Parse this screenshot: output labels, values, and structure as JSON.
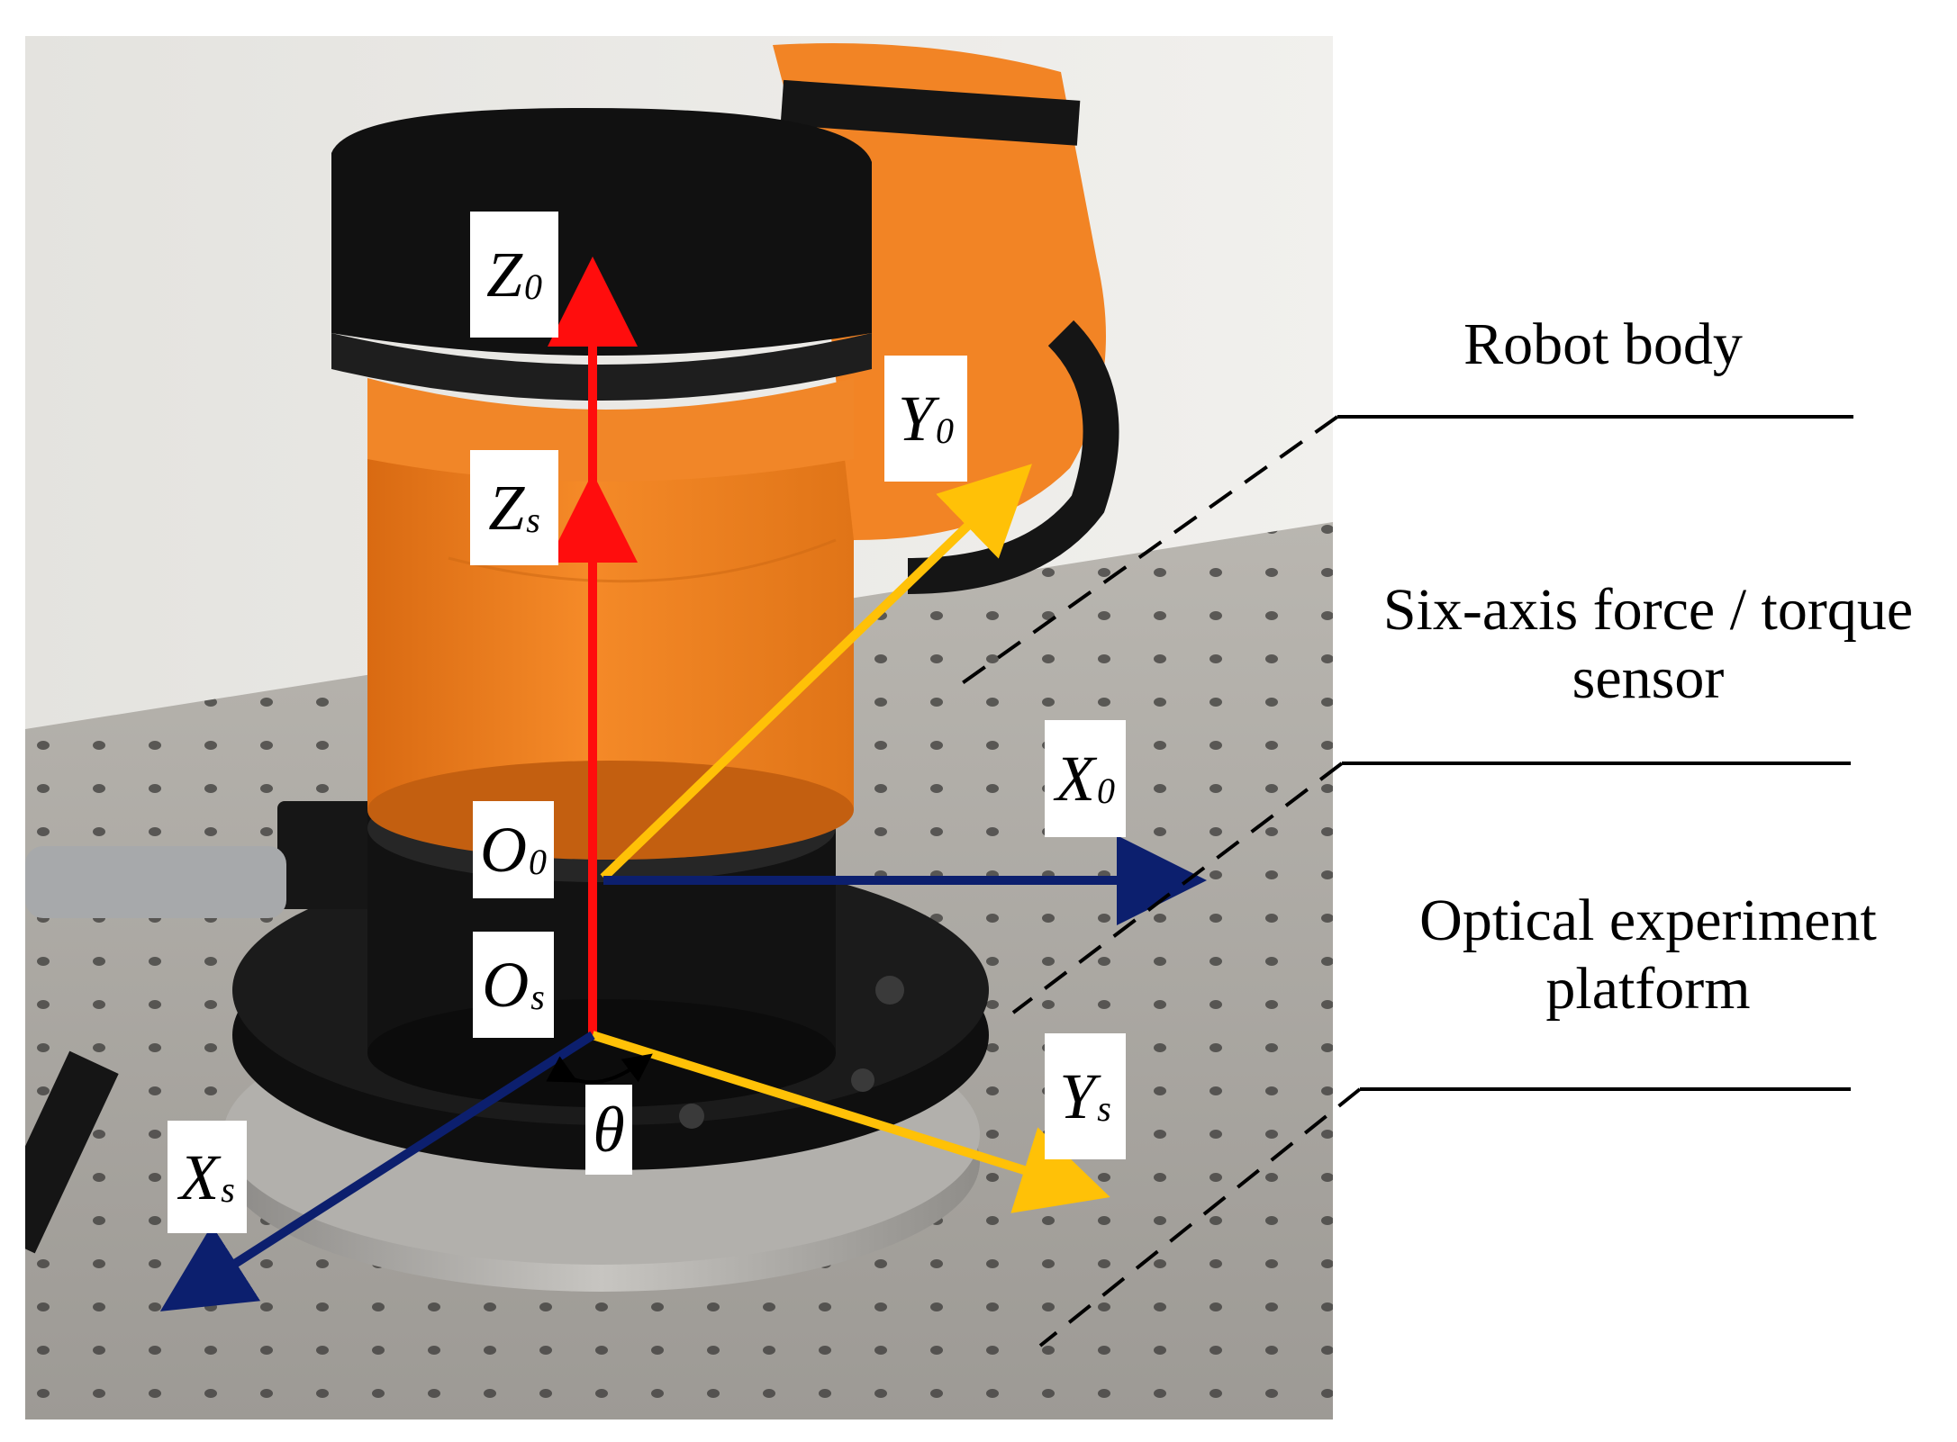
{
  "figure": {
    "axes": {
      "z0": {
        "main": "Z",
        "sub": "0",
        "color": "#ff0d0d"
      },
      "zs": {
        "main": "Z",
        "sub": "s",
        "color": "#ff0d0d"
      },
      "y0": {
        "main": "Y",
        "sub": "0",
        "color": "#ffc107"
      },
      "ys": {
        "main": "Y",
        "sub": "s",
        "color": "#ffc107"
      },
      "x0": {
        "main": "X",
        "sub": "0",
        "color": "#0c1f6e"
      },
      "xs": {
        "main": "X",
        "sub": "s",
        "color": "#0c1f6e"
      },
      "o0": {
        "main": "O",
        "sub": "0"
      },
      "os": {
        "main": "O",
        "sub": "s"
      },
      "theta": {
        "main": "θ"
      }
    },
    "callouts": {
      "robot_body": [
        "Robot body"
      ],
      "sensor": [
        "Six-axis force / torque",
        "sensor"
      ],
      "platform": [
        "Optical experiment",
        "platform"
      ]
    },
    "colors": {
      "robot_orange": "#f07f1e",
      "robot_black": "#141414",
      "table_gray": "#a9a6a1",
      "wall": "#e9e8e4"
    }
  }
}
